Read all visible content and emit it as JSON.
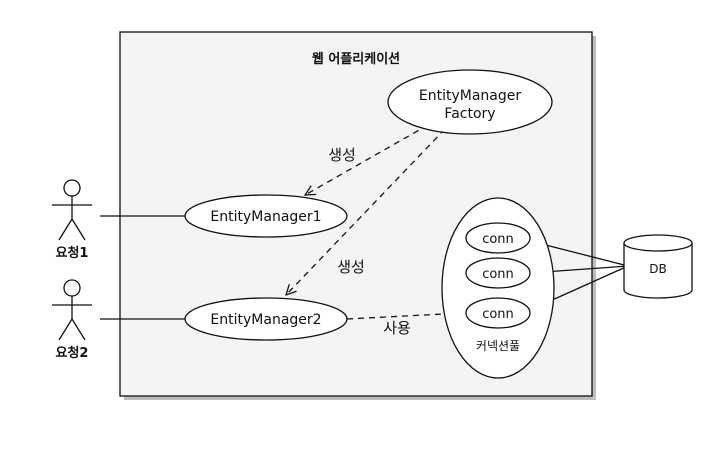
{
  "container": {
    "title": "웹 어플리케이션"
  },
  "factory": {
    "line1": "EntityManager",
    "line2": "Factory"
  },
  "entity_managers": [
    {
      "label": "EntityManager1"
    },
    {
      "label": "EntityManager2"
    }
  ],
  "pool": {
    "label": "커넥션풀",
    "connections": [
      "conn",
      "conn",
      "conn"
    ]
  },
  "database": {
    "label": "DB"
  },
  "actors": [
    {
      "label": "요청1"
    },
    {
      "label": "요청2"
    }
  ],
  "edges": {
    "create_1": "생성",
    "create_2": "생성",
    "use": "사용"
  },
  "colors": {
    "container_fill": "#f4f4f4",
    "stroke": "#111111",
    "shadow": "#bdbdbd"
  }
}
